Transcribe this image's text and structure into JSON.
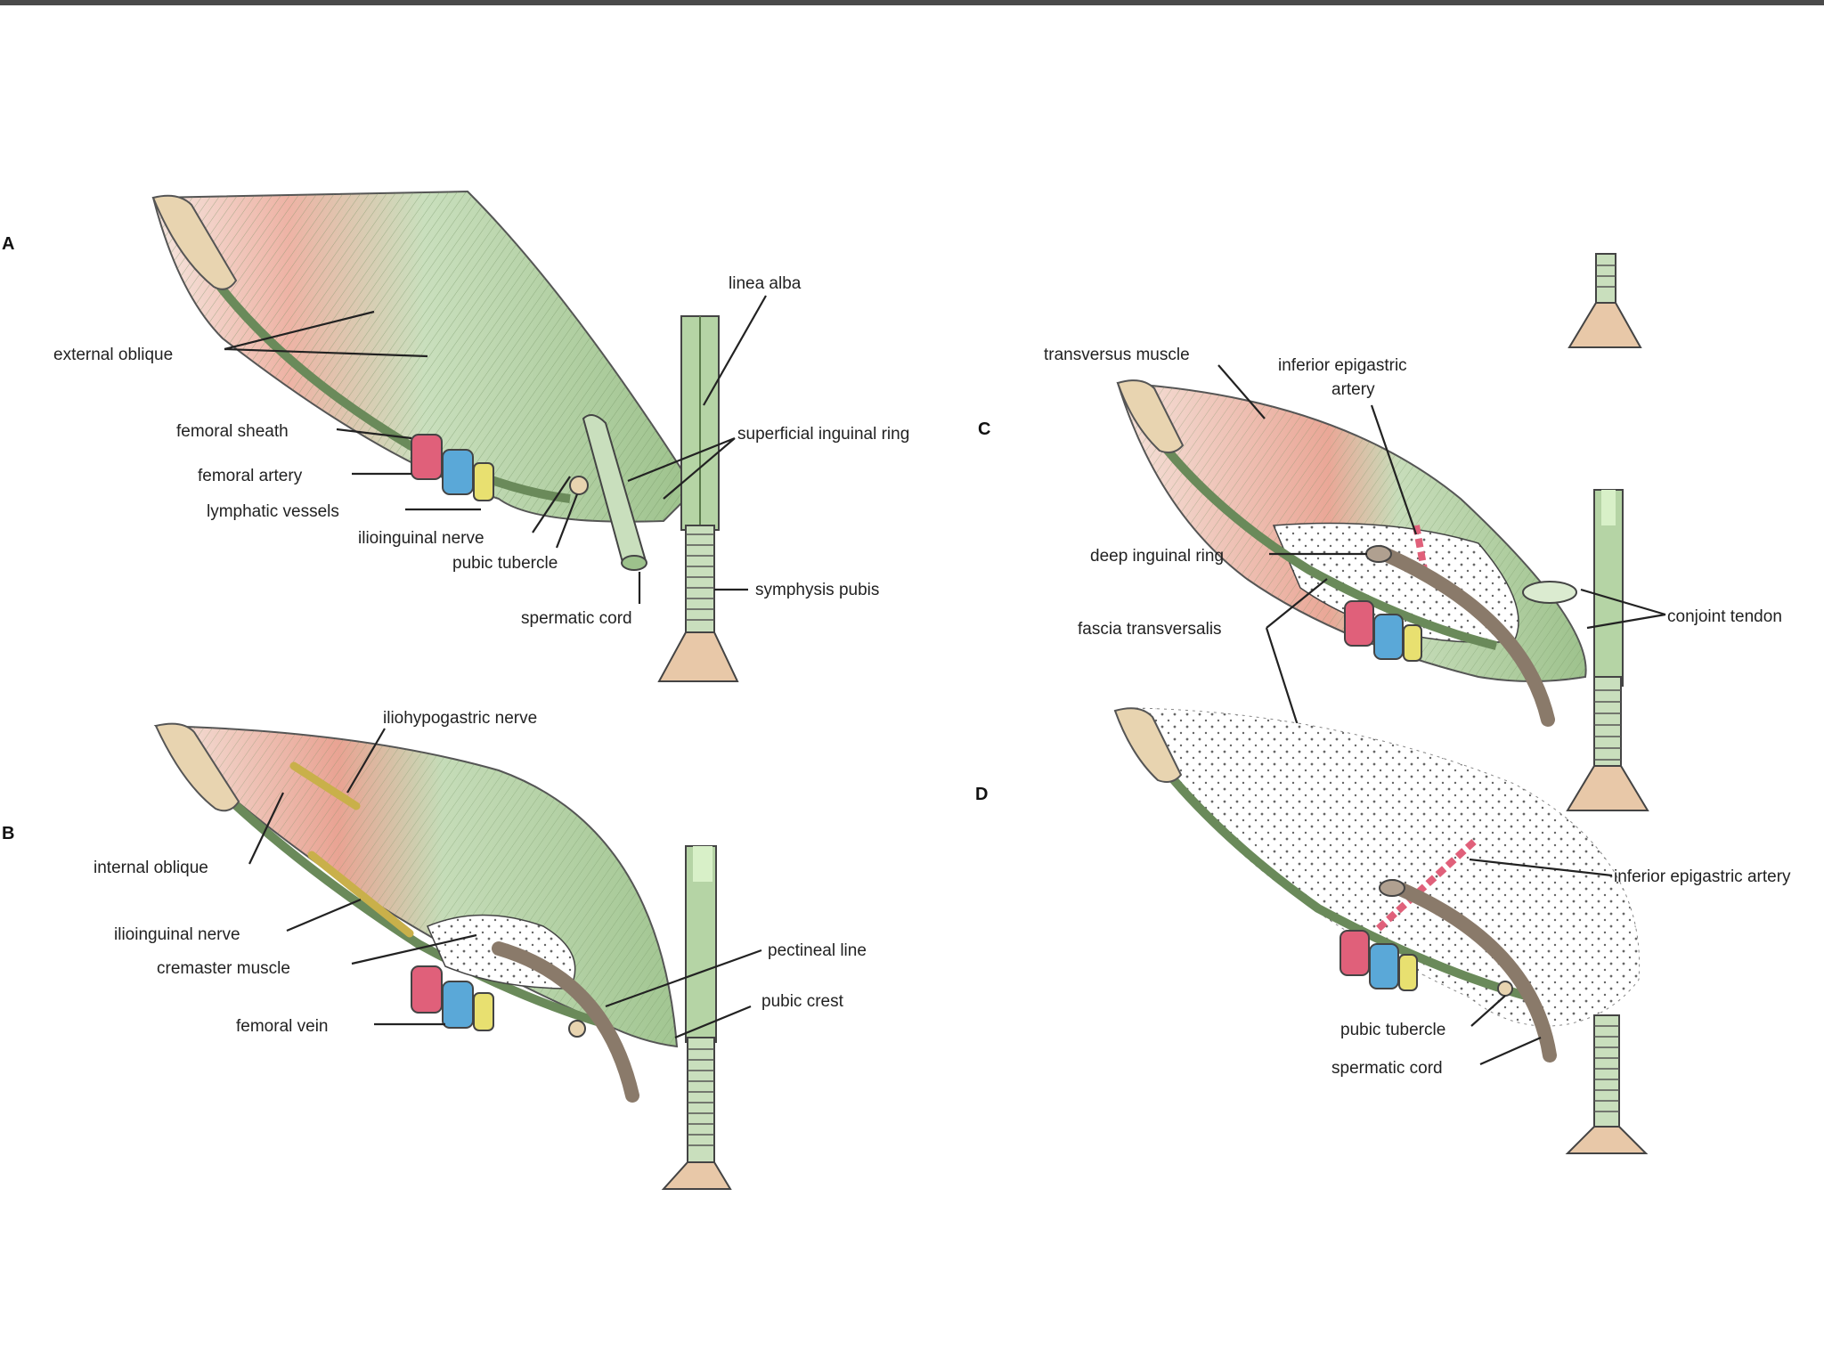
{
  "panels": {
    "A": "A",
    "B": "B",
    "C": "C",
    "D": "D"
  },
  "labels": {
    "external_oblique": "external oblique",
    "femoral_sheath": "femoral sheath",
    "femoral_artery": "femoral artery",
    "lymphatic_vessels": "lymphatic vessels",
    "ilioinguinal_nerve_a": "ilioinguinal nerve",
    "pubic_tubercle_a": "pubic tubercle",
    "spermatic_cord_a": "spermatic cord",
    "linea_alba": "linea alba",
    "superficial_inguinal_ring": "superficial inguinal ring",
    "symphysis_pubis": "symphysis pubis",
    "iliohypogastric_nerve": "iliohypogastric nerve",
    "internal_oblique": "internal oblique",
    "ilioinguinal_nerve_b": "ilioinguinal nerve",
    "cremaster_muscle": "cremaster muscle",
    "femoral_vein": "femoral vein",
    "pectineal_line": "pectineal line",
    "pubic_crest": "pubic crest",
    "transversus_muscle": "transversus muscle",
    "inferior_epigastric_artery_c_line1": "inferior epigastric",
    "inferior_epigastric_artery_c_line2": "artery",
    "deep_inguinal_ring": "deep inguinal ring",
    "fascia_transversalis": "fascia transversalis",
    "conjoint_tendon": "conjoint tendon",
    "inferior_epigastric_artery_d": "inferior epigastric artery",
    "pubic_tubercle_d": "pubic tubercle",
    "spermatic_cord_d": "spermatic cord"
  },
  "colors": {
    "muscle_green": "#a8c99a",
    "muscle_red": "#e8a89a",
    "bone": "#e8c8a8",
    "cord": "#8a7a6a",
    "artery": "#e0607a",
    "vein": "#5aa8d8",
    "lymph": "#e8e070"
  }
}
